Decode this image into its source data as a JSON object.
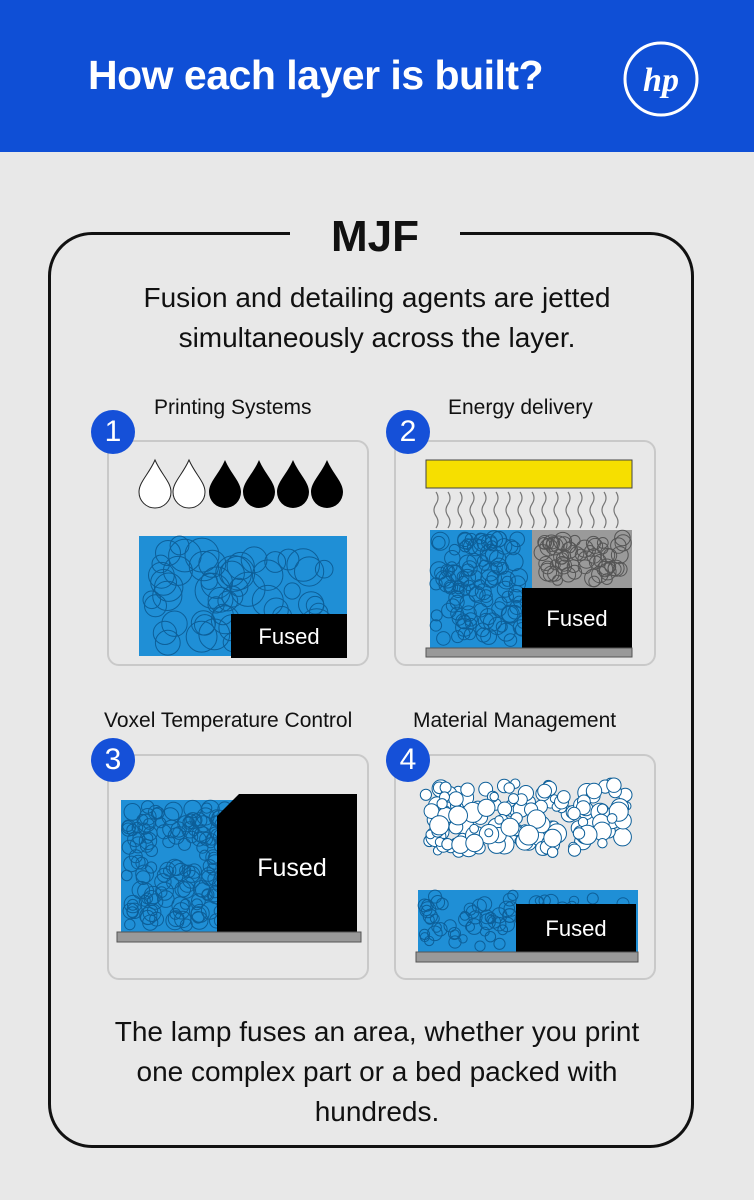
{
  "header": {
    "title": "How each layer is built?",
    "logo_text": "hp",
    "background": "#0f4fd6"
  },
  "panel": {
    "title": "MJF",
    "intro": "Fusion and detailing agents are jetted simultaneously across the layer.",
    "outro": "The lamp fuses an area, whether you print one complex part or a bed packed with hundreds."
  },
  "steps": [
    {
      "number": "1",
      "label": "Printing Systems",
      "fused_label": "Fused"
    },
    {
      "number": "2",
      "label": "Energy delivery",
      "fused_label": "Fused"
    },
    {
      "number": "3",
      "label": "Voxel Temperature Control",
      "fused_label": "Fused"
    },
    {
      "number": "4",
      "label": "Material Management",
      "fused_label": "Fused"
    }
  ],
  "colors": {
    "accent_blue": "#1550d8",
    "powder_blue": "#1f8fd6",
    "fused_black": "#000000",
    "lamp_yellow": "#f6df00",
    "recycled_gray": "#9a9a9a"
  }
}
